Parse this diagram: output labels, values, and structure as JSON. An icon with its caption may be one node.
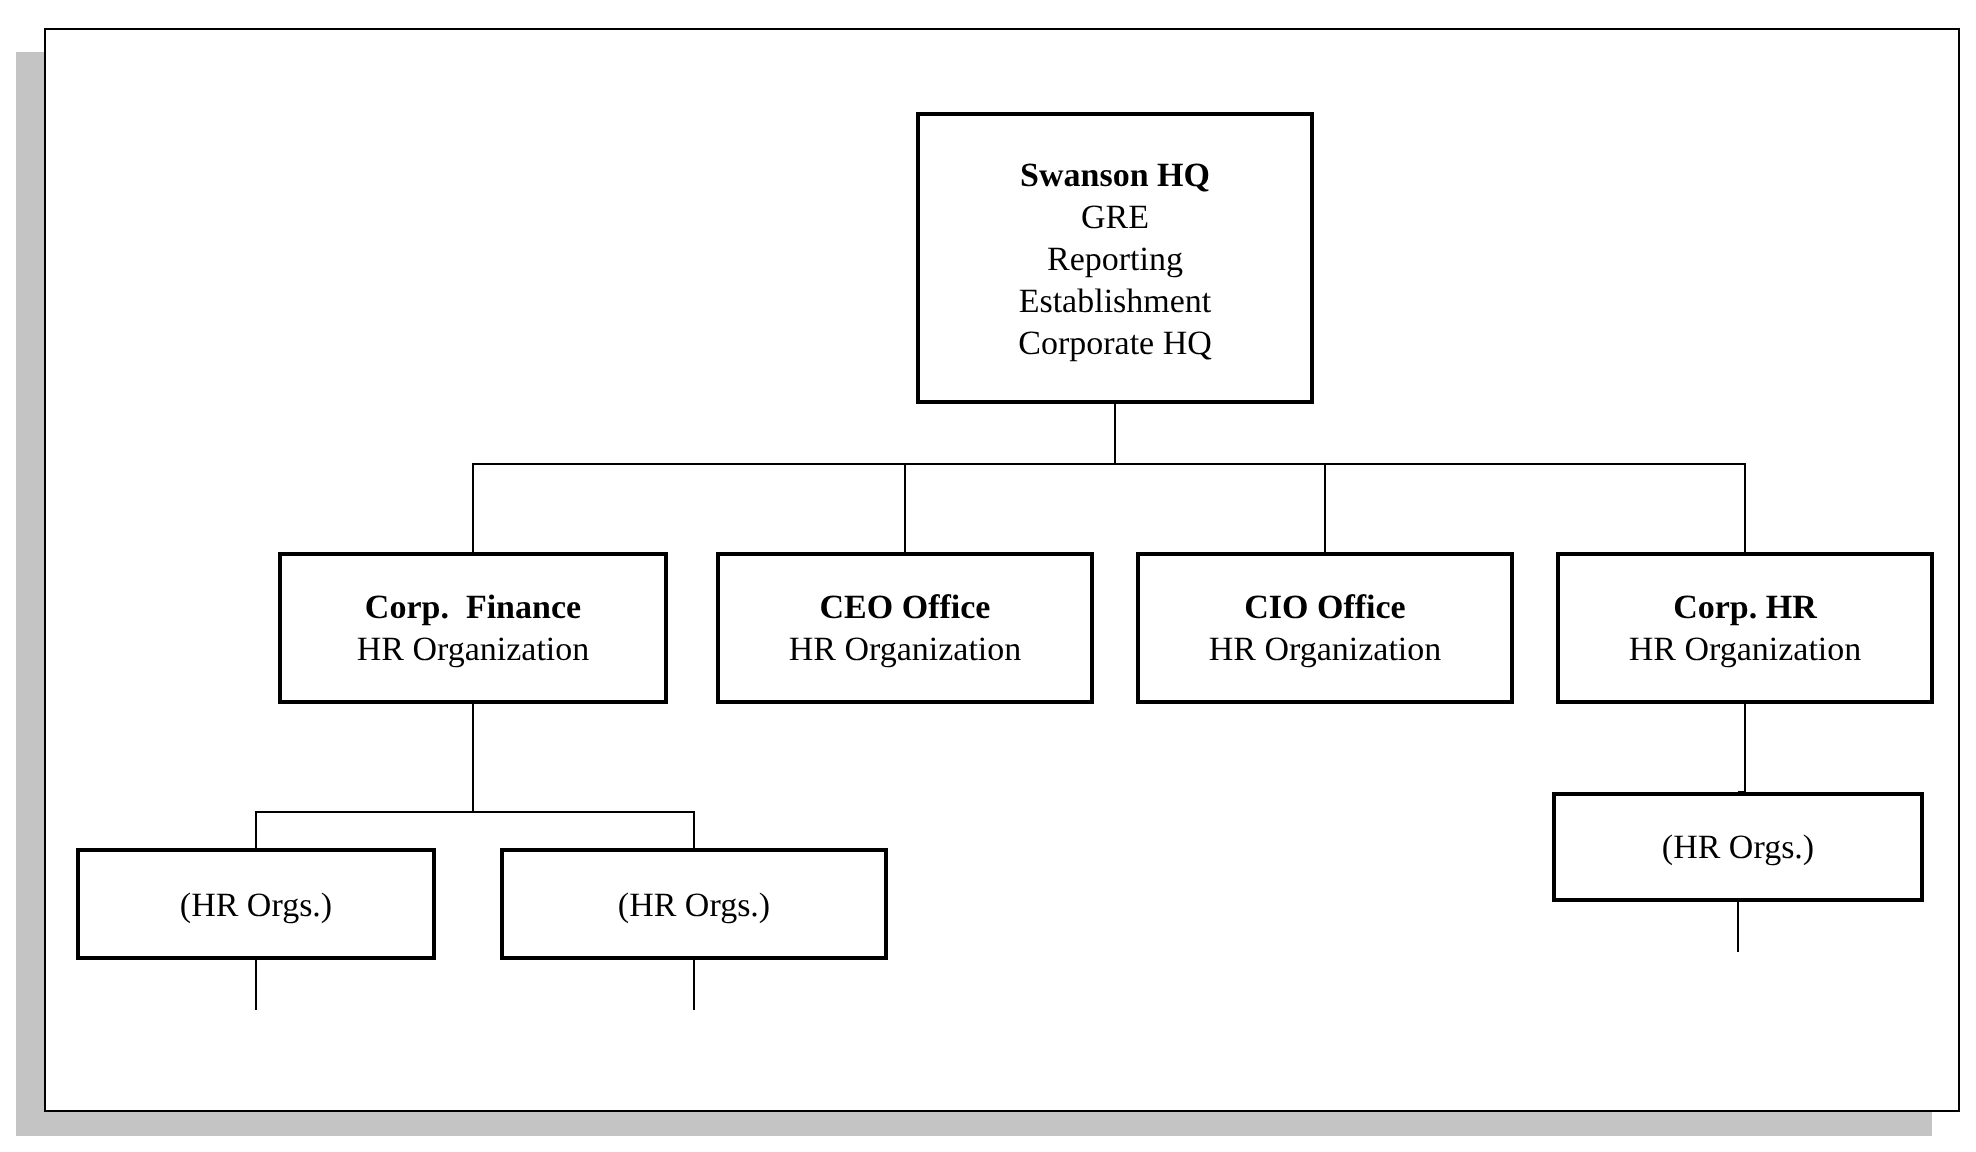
{
  "diagram": {
    "nodes": [
      {
        "text": [
          "Swanson HQ",
          "GRE",
          "Reporting",
          "Establishment",
          "Corporate HQ"
        ]
      },
      {
        "text": [
          "Corp.  Finance",
          "HR Organization"
        ]
      },
      {
        "text": [
          "CEO Office",
          "HR Organization"
        ]
      },
      {
        "text": [
          "CIO Office",
          "HR Organization"
        ]
      },
      {
        "text": [
          "Corp. HR",
          "HR Organization"
        ]
      },
      {
        "text": [
          "(HR Orgs.)"
        ]
      },
      {
        "text": [
          "(HR Orgs.)"
        ]
      },
      {
        "text": [
          "(HR Orgs.)"
        ]
      }
    ],
    "edges": [
      {
        "from": 0,
        "to": 1,
        "arrow": "none"
      },
      {
        "from": 0,
        "to": 2,
        "arrow": "none"
      },
      {
        "from": 0,
        "to": 3,
        "arrow": "none"
      },
      {
        "from": 0,
        "to": 4,
        "arrow": "none"
      },
      {
        "from": 1,
        "to": 5,
        "arrow": "none"
      },
      {
        "from": 1,
        "to": 6,
        "arrow": "none"
      },
      {
        "from": 4,
        "to": 7,
        "arrow": "none"
      },
      {
        "from": 5,
        "to": null,
        "arrow": "none"
      },
      {
        "from": 6,
        "to": null,
        "arrow": "none"
      },
      {
        "from": 7,
        "to": null,
        "arrow": "none"
      }
    ]
  }
}
